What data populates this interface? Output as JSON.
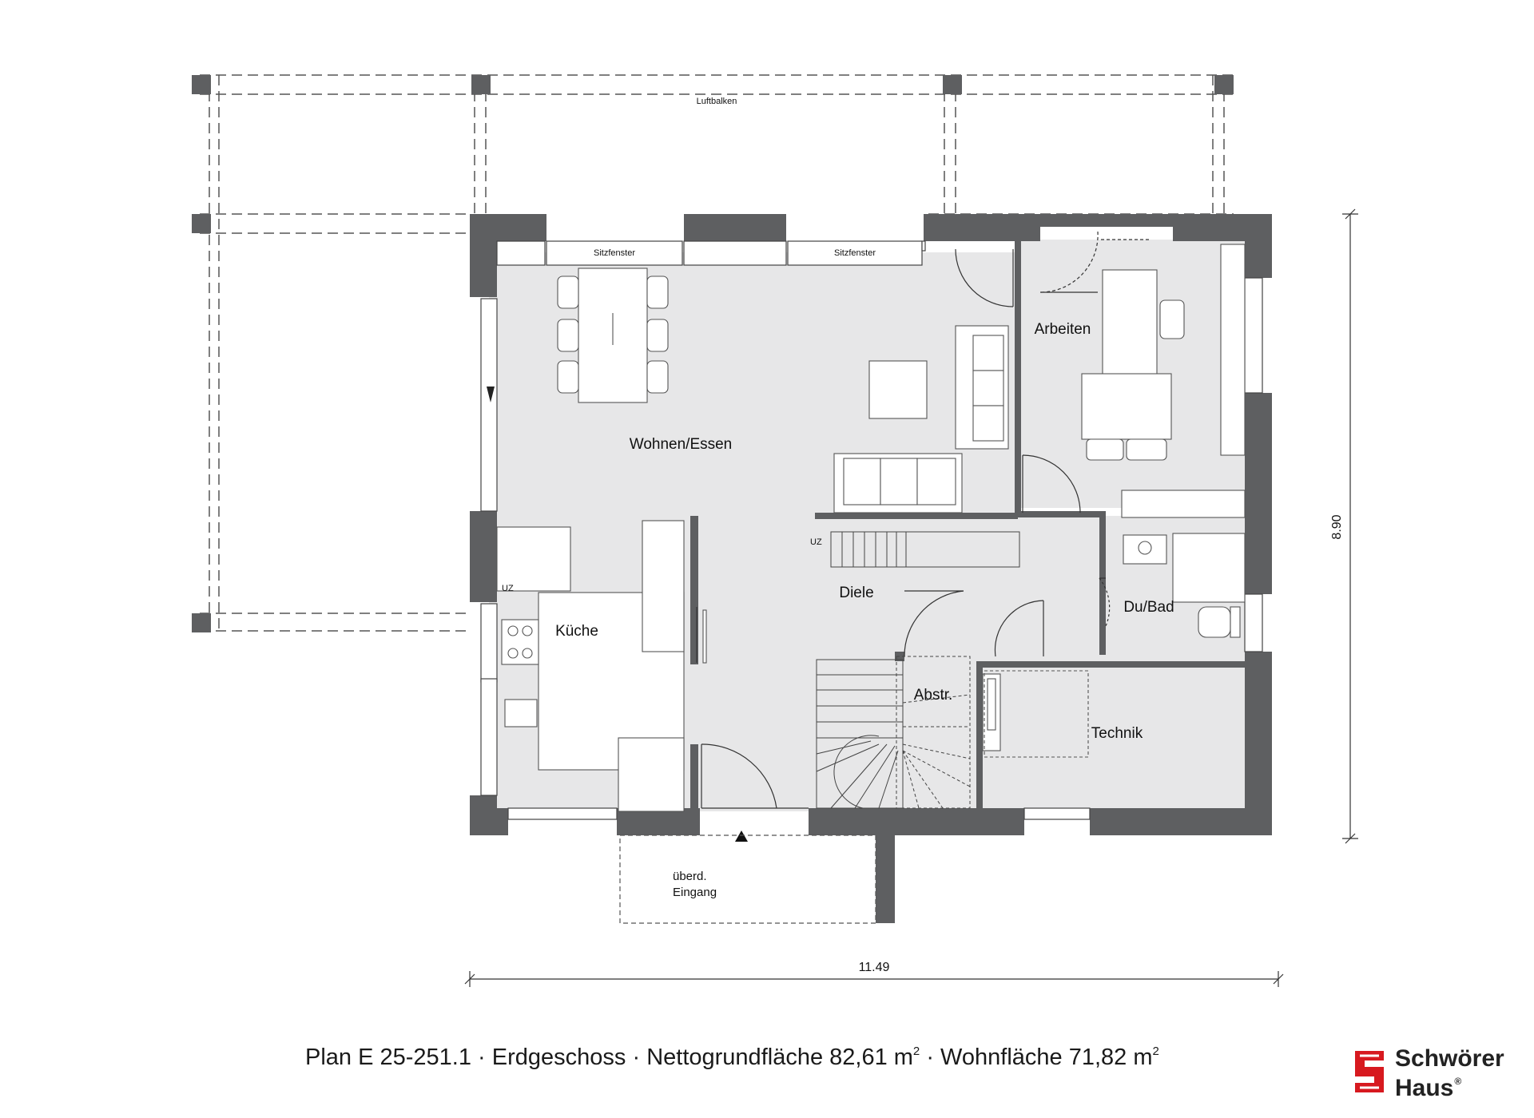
{
  "rooms": {
    "wohnen": "Wohnen/Essen",
    "arbeiten": "Arbeiten",
    "kueche": "Küche",
    "diele": "Diele",
    "dubad": "Du/Bad",
    "abstr": "Abstr.",
    "technik": "Technik"
  },
  "labels": {
    "luftbalken": "Luftbalken",
    "sitzfenster_1": "Sitzfenster",
    "sitzfenster_2": "Sitzfenster",
    "uz_diele": "UZ",
    "uz_kueche": "UZ",
    "eingang_1": "überd.",
    "eingang_2": "Eingang"
  },
  "dimensions": {
    "width": "11.49",
    "depth": "8.90"
  },
  "caption": {
    "plan": "Plan E 25-251.1",
    "floor": "Erdgeschoss",
    "netto_label": "Nettogrundfläche 82,61 m",
    "wohn_label": "Wohnfläche 71,82 m",
    "unit_exp": "2",
    "separator": " · "
  },
  "brand": {
    "line1": "Schwörer",
    "line2": "Haus",
    "registered": "®",
    "color": "#d7191f"
  },
  "colors": {
    "wall": "#5e5f61",
    "floor": "#e7e7e8",
    "line": "#333333"
  }
}
